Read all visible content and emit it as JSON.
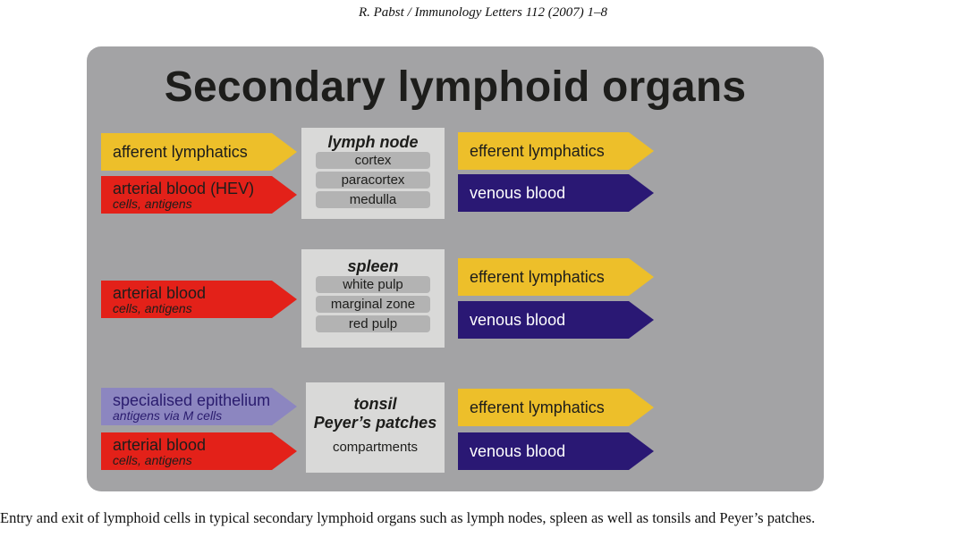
{
  "header": "R. Pabst / Immunology Letters 112 (2007) 1–8",
  "diagram": {
    "title": "Secondary lymphoid organs",
    "groups": {
      "lymph_node": {
        "inputs": {
          "afferent": {
            "label": "afferent lymphatics"
          },
          "blood": {
            "label": "arterial blood (HEV)",
            "sub": "cells, antigens"
          }
        },
        "organ": {
          "name": "lymph node",
          "compartments": [
            "cortex",
            "paracortex",
            "medulla"
          ]
        },
        "outputs": {
          "efferent": "efferent lymphatics",
          "venous": "venous blood"
        }
      },
      "spleen": {
        "inputs": {
          "blood": {
            "label": "arterial blood",
            "sub": "cells, antigens"
          }
        },
        "organ": {
          "name": "spleen",
          "compartments": [
            "white pulp",
            "marginal zone",
            "red pulp"
          ]
        },
        "outputs": {
          "efferent": "efferent lymphatics",
          "venous": "venous blood"
        }
      },
      "tonsil": {
        "inputs": {
          "epithelium": {
            "label": "specialised epithelium",
            "sub": "antigens via M cells"
          },
          "blood": {
            "label": "arterial blood",
            "sub": "cells, antigens"
          }
        },
        "organ": {
          "name_line1": "tonsil",
          "name_line2": "Peyer’s patches",
          "compartments_label": "compartments"
        },
        "outputs": {
          "efferent": "efferent lymphatics",
          "venous": "venous blood"
        }
      }
    },
    "colors": {
      "panel": "#a3a3a5",
      "organ_box": "#d9d9d8",
      "lymphatics": "#edbf2a",
      "arterial_blood": "#e32119",
      "venous_blood": "#2a1874",
      "epithelium": "#8c86c0"
    }
  },
  "caption": "Entry and exit of lymphoid cells in typical secondary lymphoid organs such as lymph nodes, spleen as well as tonsils and Peyer’s patches."
}
